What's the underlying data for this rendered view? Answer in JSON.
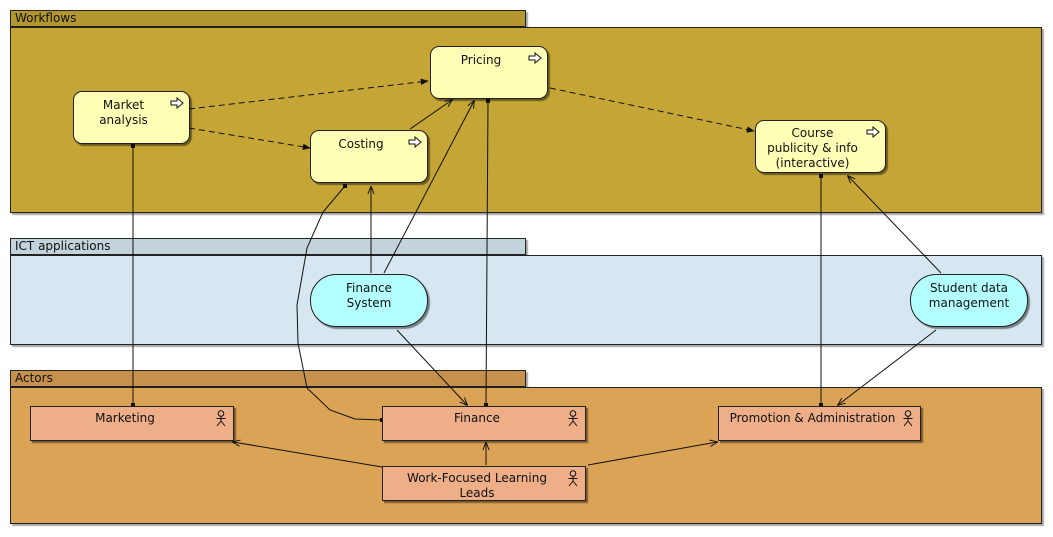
{
  "lanes": {
    "workflows": {
      "label": "Workflows",
      "color": "#c4a535",
      "tab_color": "#b3962f"
    },
    "ict": {
      "label": "ICT applications",
      "color": "#d6e7f1",
      "tab_color": "#c3d3db"
    },
    "actors": {
      "label": "Actors",
      "color": "#dba355",
      "tab_color": "#c6914d"
    }
  },
  "processes": {
    "market": {
      "label": "Market\nanalysis",
      "icon": "process-arrow-icon"
    },
    "pricing": {
      "label": "Pricing",
      "icon": "process-arrow-icon"
    },
    "costing": {
      "label": "Costing",
      "icon": "process-arrow-icon"
    },
    "course": {
      "label": "Course\npublicity & info\n(interactive)",
      "icon": "process-arrow-icon"
    }
  },
  "applications": {
    "finance_system": {
      "label": "Finance\nSystem"
    },
    "student_data": {
      "label": "Student data\nmanagement"
    }
  },
  "actors": {
    "marketing": {
      "label": "Marketing",
      "icon": "actor-icon"
    },
    "finance": {
      "label": "Finance",
      "icon": "actor-icon"
    },
    "promotion": {
      "label": "Promotion & Administration",
      "icon": "actor-icon"
    },
    "wfl": {
      "label": "Work-Focused Learning\nLeads",
      "icon": "actor-icon"
    }
  },
  "colors": {
    "process_fill": "#ffffb5",
    "application_fill": "#b3ffff",
    "actor_fill": "#edae88",
    "line": "#111111"
  }
}
